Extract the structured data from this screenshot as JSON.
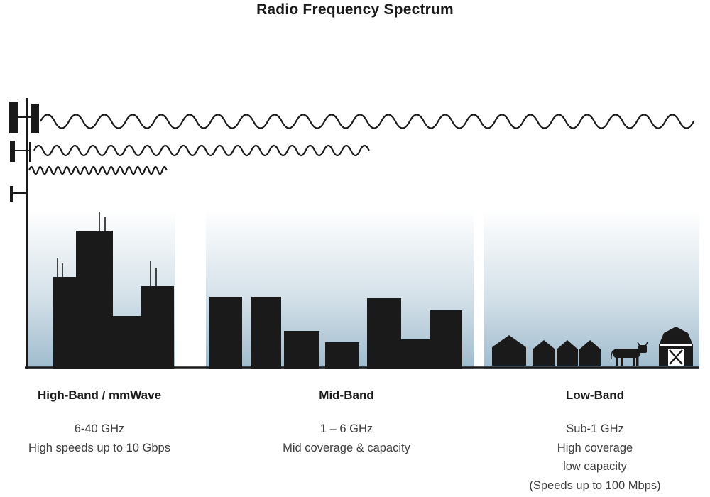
{
  "title": "Radio Frequency Spectrum",
  "bands": [
    {
      "name": "High-Band / mmWave",
      "freq": "6-40 GHz",
      "lines": [
        "High speeds up to 10 Gbps"
      ]
    },
    {
      "name": "Mid-Band",
      "freq": "1 – 6 GHz",
      "lines": [
        "Mid coverage & capacity"
      ]
    },
    {
      "name": "Low-Band",
      "freq": "Sub-1 GHz",
      "lines": [
        "High coverage",
        "low capacity",
        "(Speeds up to 100 Mbps)"
      ]
    }
  ],
  "icons": {
    "tower": "cell-tower-icon",
    "waves": [
      "long-wavelength-wave",
      "medium-wavelength-wave",
      "short-wavelength-wave"
    ],
    "high_band": "city-skyline-icon",
    "mid_band": "midrise-buildings-icon",
    "low_band": [
      "house-icon",
      "house-icon",
      "house-icon",
      "house-icon",
      "cow-icon",
      "barn-icon"
    ]
  },
  "colors": {
    "ink": "#1a1a1a",
    "text": "#3d3d3d",
    "sky": "#9fbbcd",
    "background": "#ffffff"
  }
}
